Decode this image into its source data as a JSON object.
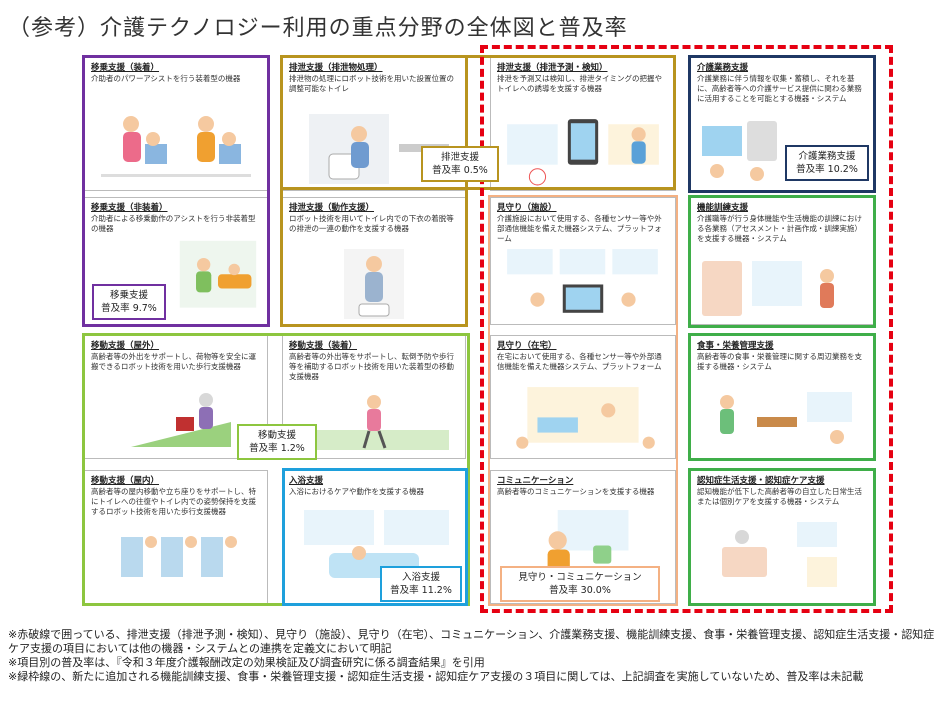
{
  "title": "（参考）介護テクノロジー利用の重点分野の全体図と普及率",
  "cells": [
    {
      "title": "移乗支援（装着）",
      "desc": "介助者のパワーアシストを行う装着型の機器"
    },
    {
      "title": "排泄支援（排泄物処理）",
      "desc": "排泄物の処理にロボット技術を用いた設置位置の調整可能なトイレ"
    },
    {
      "title": "排泄支援（排泄予測・検知）",
      "desc": "排泄を予測又は検知し、排泄タイミングの把握やトイレへの誘導を支援する機器"
    },
    {
      "title": "介護業務支援",
      "desc": "介護業務に伴う情報を収集・蓄積し、それを基に、高齢者等への介護サービス提供に関わる業務に活用することを可能とする機器・システム"
    },
    {
      "title": "移乗支援（非装着）",
      "desc": "介助者による移乗動作のアシストを行う非装着型の機器"
    },
    {
      "title": "排泄支援（動作支援）",
      "desc": "ロボット技術を用いてトイレ内での下衣の着脱等の排泄の一連の動作を支援する機器"
    },
    {
      "title": "見守り（施設）",
      "desc": "介護施設において使用する、各種センサー等や外部通信機能を備えた機器システム、プラットフォーム"
    },
    {
      "title": "機能訓練支援",
      "desc": "介護職等が行う身体機能や生活機能の訓練における各業務（アセスメント・計画作成・訓練実施）を支援する機器・システム"
    },
    {
      "title": "移動支援（屋外）",
      "desc": "高齢者等の外出をサポートし、荷物等を安全に運搬できるロボット技術を用いた歩行支援機器"
    },
    {
      "title": "移動支援（装着）",
      "desc": "高齢者等の外出等をサポートし、転倒予防や歩行等を補助するロボット技術を用いた装着型の移動支援機器"
    },
    {
      "title": "見守り（在宅）",
      "desc": "在宅において使用する、各種センサー等や外部通信機能を備えた機器システム、プラットフォーム"
    },
    {
      "title": "食事・栄養管理支援",
      "desc": "高齢者等の食事・栄養管理に関する周辺業務を支援する機器・システム"
    },
    {
      "title": "移動支援（屋内）",
      "desc": "高齢者等の屋内移動や立ち座りをサポートし、特にトイレへの往復やトイレ内での姿勢保持を支援するロボット技術を用いた歩行支援機器"
    },
    {
      "title": "入浴支援",
      "desc": "入浴におけるケアや動作を支援する機器"
    },
    {
      "title": "コミュニケーション",
      "desc": "高齢者等のコミュニケーションを支援する機器"
    },
    {
      "title": "認知症生活支援・認知症ケア支援",
      "desc": "認知機能が低下した高齢者等の自立した日常生活または個別ケアを支援する機器・システム"
    }
  ],
  "stats": {
    "transfer": {
      "label": "移乗支援",
      "rate_prefix": "普及率 ",
      "rate": "9.7%"
    },
    "excretion": {
      "label": "排泄支援",
      "rate_prefix": "普及率 ",
      "rate": "0.5%"
    },
    "business": {
      "label": "介護業務支援",
      "rate_prefix": "普及率 ",
      "rate": "10.2%"
    },
    "mobility": {
      "label": "移動支援",
      "rate_prefix": "普及率 ",
      "rate": "1.2%"
    },
    "bathing": {
      "label": "入浴支援",
      "rate_prefix": "普及率 ",
      "rate": "11.2%"
    },
    "monitoring": {
      "label": "見守り・コミュニケーション",
      "rate_prefix": "普及率 ",
      "rate": "30.0%"
    }
  },
  "notes": [
    "※赤破線で囲っている、排泄支援（排泄予測・検知）、見守り（施設）、見守り（在宅）、コミュニケーション、介護業務支援、機能訓練支援、食事・栄養管理支援、認知症生活支援・認知症ケア支援の項目においては他の機器・システムとの連携を定義文において明記",
    "※項目別の普及率は、『令和３年度介護報酬改定の効果検証及び調査研究に係る調査結果』を引用",
    "※緑枠線の、新たに追加される機能訓練支援、食事・栄養管理支援・認知症生活支援・認知症ケア支援の３項目に関しては、上記調査を実施していないため、普及率は未記載"
  ],
  "colors": {
    "purple": "#7030a0",
    "gold": "#b8941f",
    "navy": "#1f3864",
    "green": "#3fae49",
    "lightgreen": "#8dc63f",
    "cyan": "#1ea0dc",
    "peach": "#f4b183",
    "red": "#e60012"
  }
}
